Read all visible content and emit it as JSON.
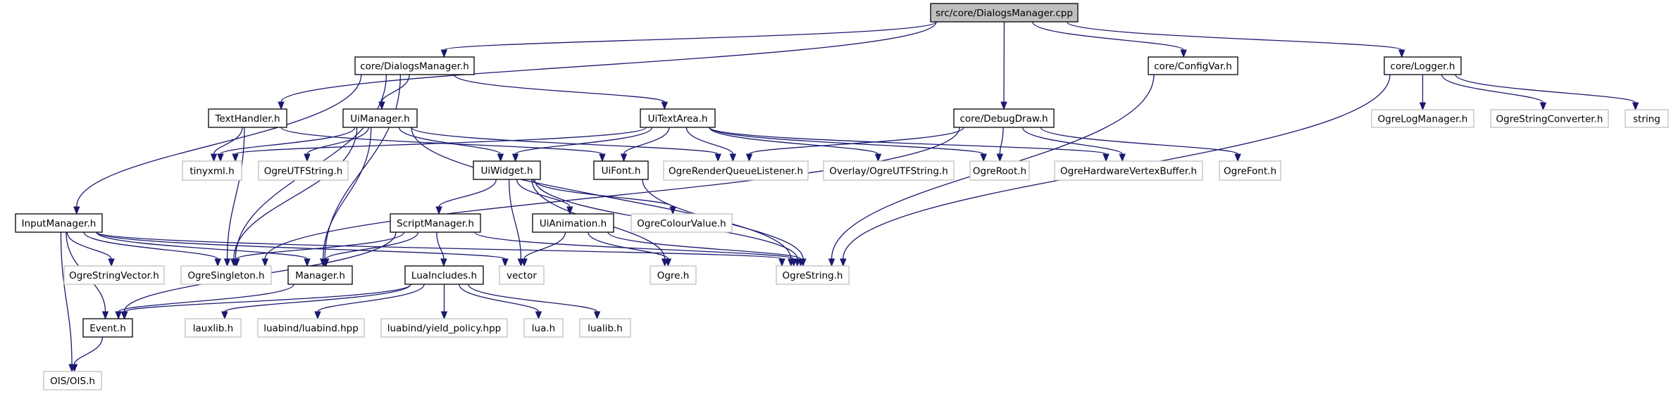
{
  "title": "src/core/DialogsManager.cpp include dependency graph",
  "colors": {
    "edge": "#191970",
    "root_fill": "#bfbfbf",
    "documented_border": "#000000",
    "external_border": "#bfbfbf"
  },
  "nodes": [
    {
      "id": "root",
      "label": "src/core/DialogsManager.cpp",
      "kind": "root"
    },
    {
      "id": "dmh",
      "label": "core/DialogsManager.h",
      "kind": "doc"
    },
    {
      "id": "configvar",
      "label": "core/ConfigVar.h",
      "kind": "doc"
    },
    {
      "id": "logger",
      "label": "core/Logger.h",
      "kind": "doc"
    },
    {
      "id": "texthandler",
      "label": "TextHandler.h",
      "kind": "doc"
    },
    {
      "id": "uimanager",
      "label": "UiManager.h",
      "kind": "doc"
    },
    {
      "id": "uitextarea",
      "label": "UiTextArea.h",
      "kind": "doc"
    },
    {
      "id": "debugdraw",
      "label": "core/DebugDraw.h",
      "kind": "doc"
    },
    {
      "id": "ogrelogmanager",
      "label": "OgreLogManager.h",
      "kind": "ext"
    },
    {
      "id": "ogrestringconverter",
      "label": "OgreStringConverter.h",
      "kind": "ext"
    },
    {
      "id": "string",
      "label": "string",
      "kind": "ext"
    },
    {
      "id": "tinyxml",
      "label": "tinyxml.h",
      "kind": "ext"
    },
    {
      "id": "ogreutfstring",
      "label": "OgreUTFString.h",
      "kind": "ext"
    },
    {
      "id": "uiwidget",
      "label": "UiWidget.h",
      "kind": "doc"
    },
    {
      "id": "uifont",
      "label": "UiFont.h",
      "kind": "doc"
    },
    {
      "id": "ogrerenderqueuelistener",
      "label": "OgreRenderQueueListener.h",
      "kind": "ext"
    },
    {
      "id": "overlayutf",
      "label": "Overlay/OgreUTFString.h",
      "kind": "ext"
    },
    {
      "id": "ogreroot",
      "label": "OgreRoot.h",
      "kind": "ext"
    },
    {
      "id": "ogrehwvb",
      "label": "OgreHardwareVertexBuffer.h",
      "kind": "ext"
    },
    {
      "id": "ogrefont",
      "label": "OgreFont.h",
      "kind": "ext"
    },
    {
      "id": "inputmanager",
      "label": "InputManager.h",
      "kind": "doc"
    },
    {
      "id": "scriptmanager",
      "label": "ScriptManager.h",
      "kind": "doc"
    },
    {
      "id": "uianimation",
      "label": "UiAnimation.h",
      "kind": "doc"
    },
    {
      "id": "ogrecolourvalue",
      "label": "OgreColourValue.h",
      "kind": "ext"
    },
    {
      "id": "ogrestringvector",
      "label": "OgreStringVector.h",
      "kind": "ext"
    },
    {
      "id": "ogresingleton",
      "label": "OgreSingleton.h",
      "kind": "ext"
    },
    {
      "id": "manager",
      "label": "Manager.h",
      "kind": "doc"
    },
    {
      "id": "luaincludes",
      "label": "LuaIncludes.h",
      "kind": "doc"
    },
    {
      "id": "vector",
      "label": "vector",
      "kind": "ext"
    },
    {
      "id": "ogreh",
      "label": "Ogre.h",
      "kind": "ext"
    },
    {
      "id": "ogrestring",
      "label": "OgreString.h",
      "kind": "ext"
    },
    {
      "id": "event",
      "label": "Event.h",
      "kind": "doc"
    },
    {
      "id": "lauxlib",
      "label": "lauxlib.h",
      "kind": "ext"
    },
    {
      "id": "luabind",
      "label": "luabind/luabind.hpp",
      "kind": "ext"
    },
    {
      "id": "yieldpolicy",
      "label": "luabind/yield_policy.hpp",
      "kind": "ext"
    },
    {
      "id": "luah",
      "label": "lua.h",
      "kind": "ext"
    },
    {
      "id": "lualib",
      "label": "lualib.h",
      "kind": "ext"
    },
    {
      "id": "ois",
      "label": "OIS/OIS.h",
      "kind": "ext"
    }
  ],
  "edges": [
    [
      "root",
      "dmh"
    ],
    [
      "root",
      "texthandler"
    ],
    [
      "root",
      "debugdraw"
    ],
    [
      "root",
      "configvar"
    ],
    [
      "root",
      "logger"
    ],
    [
      "dmh",
      "uimanager"
    ],
    [
      "dmh",
      "uitextarea"
    ],
    [
      "dmh",
      "inputmanager"
    ],
    [
      "dmh",
      "ogresingleton"
    ],
    [
      "dmh",
      "manager"
    ],
    [
      "configvar",
      "ogrestring"
    ],
    [
      "logger",
      "ogrelogmanager"
    ],
    [
      "logger",
      "ogrestringconverter"
    ],
    [
      "logger",
      "string"
    ],
    [
      "logger",
      "ogrestring"
    ],
    [
      "texthandler",
      "tinyxml"
    ],
    [
      "texthandler",
      "ogresingleton"
    ],
    [
      "texthandler",
      "uifont"
    ],
    [
      "uimanager",
      "tinyxml"
    ],
    [
      "uimanager",
      "ogreutfstring"
    ],
    [
      "uimanager",
      "uiwidget"
    ],
    [
      "uimanager",
      "manager"
    ],
    [
      "uimanager",
      "ogresingleton"
    ],
    [
      "uimanager",
      "ogrerenderqueuelistener"
    ],
    [
      "uimanager",
      "ogrestring"
    ],
    [
      "uitextarea",
      "uiwidget"
    ],
    [
      "uitextarea",
      "uifont"
    ],
    [
      "uitextarea",
      "ogrerenderqueuelistener"
    ],
    [
      "uitextarea",
      "overlayutf"
    ],
    [
      "uitextarea",
      "ogreroot"
    ],
    [
      "uitextarea",
      "ogrehwvb"
    ],
    [
      "uitextarea",
      "tinyxml"
    ],
    [
      "debugdraw",
      "ogrerenderqueuelistener"
    ],
    [
      "debugdraw",
      "ogreroot"
    ],
    [
      "debugdraw",
      "ogrehwvb"
    ],
    [
      "debugdraw",
      "ogrefont"
    ],
    [
      "debugdraw",
      "ogresingleton"
    ],
    [
      "uiwidget",
      "scriptmanager"
    ],
    [
      "uiwidget",
      "uianimation"
    ],
    [
      "uiwidget",
      "ogrecolourvalue"
    ],
    [
      "uiwidget",
      "vector"
    ],
    [
      "uiwidget",
      "ogreh"
    ],
    [
      "uiwidget",
      "ogrestring"
    ],
    [
      "uifont",
      "ogrestring"
    ],
    [
      "inputmanager",
      "ogrestringvector"
    ],
    [
      "inputmanager",
      "ogresingleton"
    ],
    [
      "inputmanager",
      "manager"
    ],
    [
      "inputmanager",
      "vector"
    ],
    [
      "inputmanager",
      "ogrestring"
    ],
    [
      "inputmanager",
      "event"
    ],
    [
      "inputmanager",
      "ois"
    ],
    [
      "scriptmanager",
      "ogresingleton"
    ],
    [
      "scriptmanager",
      "manager"
    ],
    [
      "scriptmanager",
      "luaincludes"
    ],
    [
      "scriptmanager",
      "ogrestring"
    ],
    [
      "scriptmanager",
      "event"
    ],
    [
      "uianimation",
      "vector"
    ],
    [
      "uianimation",
      "ogreh"
    ],
    [
      "uianimation",
      "ogrestring"
    ],
    [
      "manager",
      "event"
    ],
    [
      "luaincludes",
      "lauxlib"
    ],
    [
      "luaincludes",
      "luabind"
    ],
    [
      "luaincludes",
      "yieldpolicy"
    ],
    [
      "luaincludes",
      "luah"
    ],
    [
      "luaincludes",
      "lualib"
    ],
    [
      "luaincludes",
      "event"
    ],
    [
      "event",
      "ois"
    ]
  ]
}
